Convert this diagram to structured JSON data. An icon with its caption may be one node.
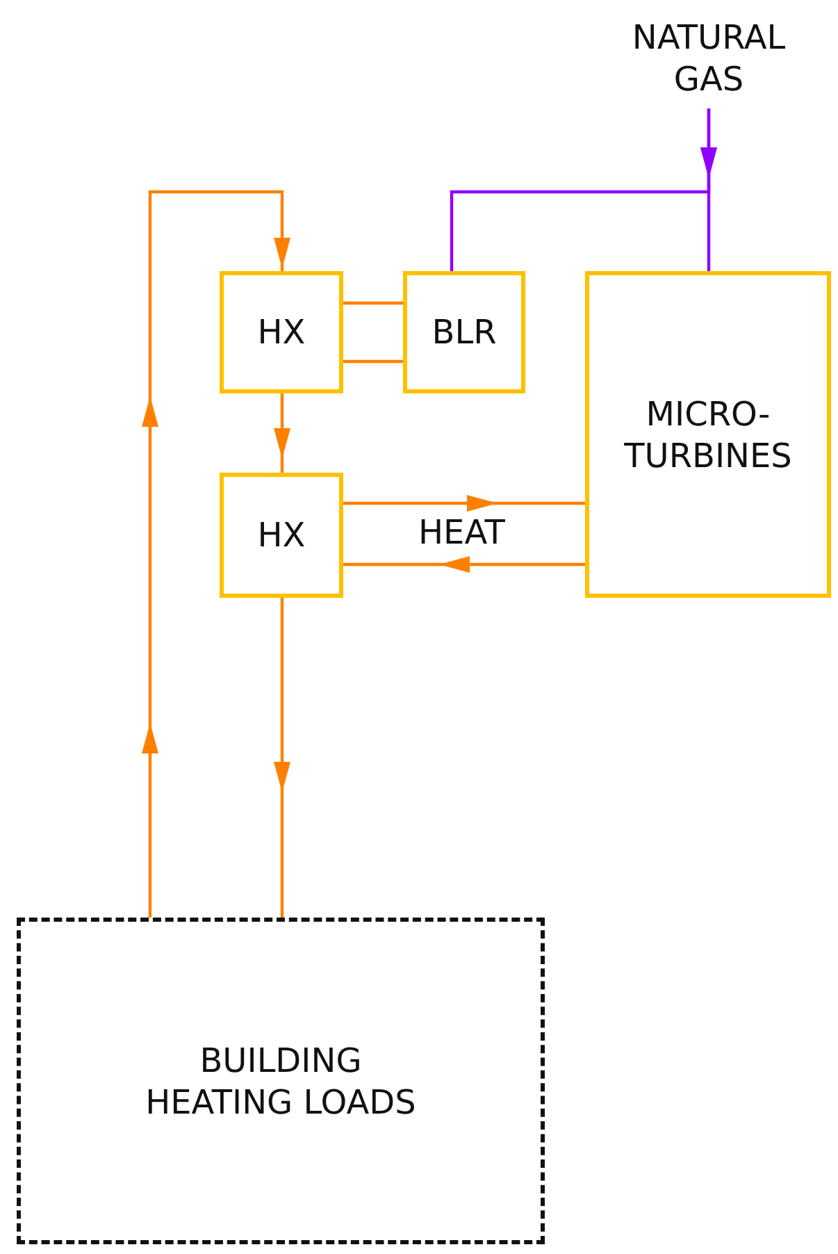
{
  "diagram": {
    "nodes": [
      {
        "text": [
          "NATURAL GAS"
        ]
      },
      {
        "text": [
          "HX"
        ]
      },
      {
        "text": [
          "BLR"
        ]
      },
      {
        "text": [
          "MICRO-TURBINES"
        ]
      },
      {
        "text": [
          "HX"
        ]
      },
      {
        "text": [
          "BUILDING HEATING LOADS"
        ]
      }
    ],
    "edges": [
      {
        "from": 0,
        "to": 2,
        "arrow": "to",
        "color": "#8f00ff"
      },
      {
        "from": 0,
        "to": 3,
        "arrow": "to",
        "color": "#8f00ff"
      },
      {
        "from": 1,
        "to": 2,
        "arrow": "none"
      },
      {
        "from": 1,
        "to": 2,
        "arrow": "none"
      },
      {
        "from": 1,
        "to": 4,
        "arrow": "to"
      },
      {
        "from": 4,
        "to": 3,
        "arrow": "to"
      },
      {
        "from": 3,
        "to": 4,
        "arrow": "to",
        "label": "HEAT"
      },
      {
        "from": 4,
        "to": 5,
        "arrow": "to"
      },
      {
        "from": 5,
        "to": 1,
        "arrow": "to"
      }
    ]
  }
}
